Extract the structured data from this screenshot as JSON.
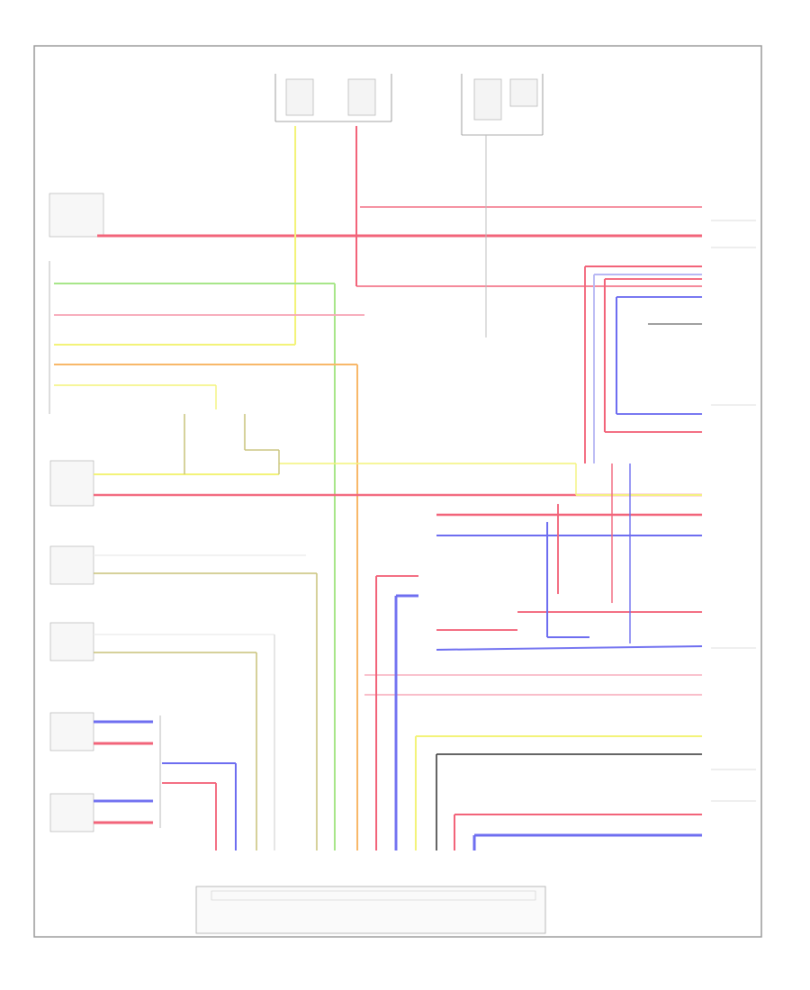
{
  "diagram": {
    "type": "wiring-schematic",
    "footer_label": "",
    "wire_colors": {
      "red": "#f2647a",
      "pink": "#f7a8b8",
      "yellow": "#f3f37a",
      "green": "#a8e68a",
      "orange": "#f8b86a",
      "blue": "#6e6ef0",
      "light_blue": "#b8b8f4",
      "khaki": "#c8c27a",
      "gray": "#9a9a9a",
      "black": "#333333"
    },
    "fuse_blocks": [
      {
        "id": "fuse-block-1"
      },
      {
        "id": "fuse-block-2"
      },
      {
        "id": "fuse-block-3"
      }
    ],
    "components": [
      {
        "id": "component-main-module-left"
      },
      {
        "id": "component-sensor-group-1"
      },
      {
        "id": "component-sensor-group-2"
      },
      {
        "id": "component-sensor-group-3"
      },
      {
        "id": "component-sensor-group-4"
      },
      {
        "id": "component-control-unit-bottom"
      },
      {
        "id": "component-right-connector-top"
      },
      {
        "id": "component-right-connector-middle"
      },
      {
        "id": "component-right-connector-lower"
      },
      {
        "id": "component-right-connector-bottom"
      }
    ]
  }
}
